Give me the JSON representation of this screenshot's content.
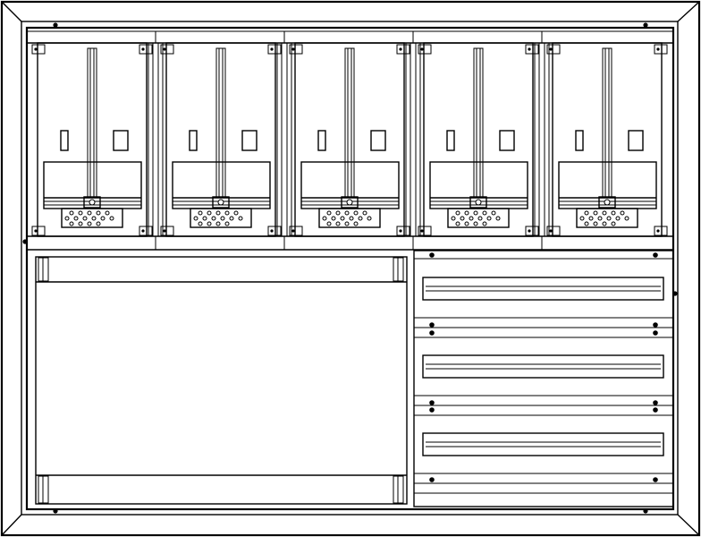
{
  "diagram": {
    "meter_modules": 5,
    "din_rails": 3,
    "rail_side_dots": 4,
    "terminal_holes_per_block": 15
  }
}
